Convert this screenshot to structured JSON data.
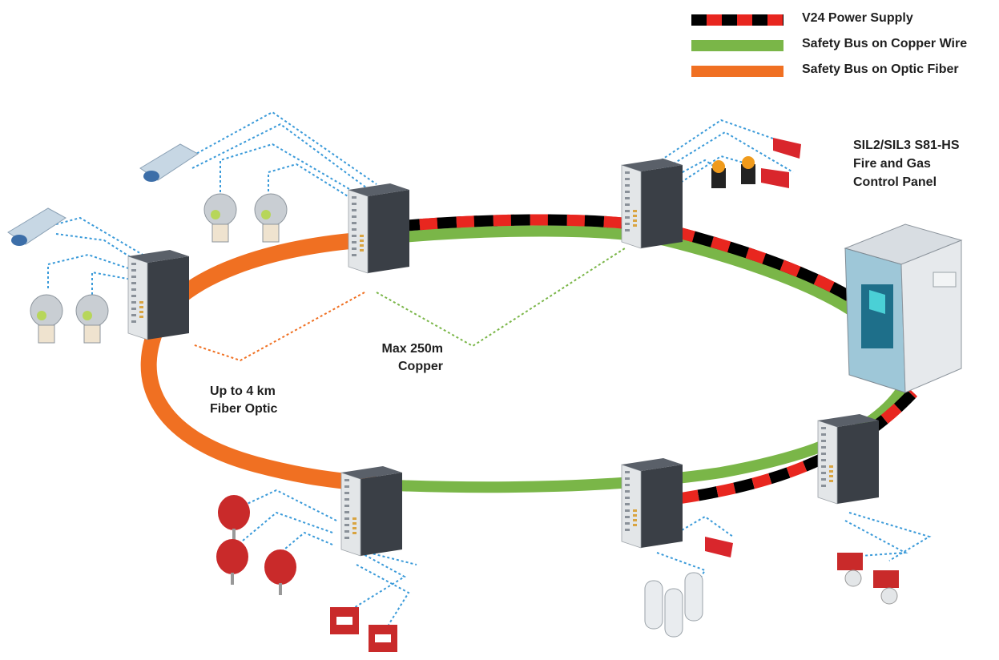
{
  "legend": {
    "items": [
      {
        "label": "V24 Power Supply",
        "color": "#e8261f",
        "alt_color": "#000000"
      },
      {
        "label": "Safety Bus on Copper Wire",
        "color": "#7ab648"
      },
      {
        "label": "Safety Bus on Optic Fiber",
        "color": "#f07022"
      }
    ]
  },
  "labels": {
    "fiber_line1": "Up to 4 km",
    "fiber_line2": "Fiber Optic",
    "copper_line1": "Max 250m",
    "copper_line2": "Copper"
  },
  "panel": {
    "title_line1": "SIL2/SIL3 S81-HS",
    "title_line2": "Fire and Gas",
    "title_line3": "Control Panel"
  },
  "colors": {
    "dotted_link": "#3a9ad9",
    "module_face": "#3a3f46",
    "device_red": "#d9262c",
    "device_grey": "#c9ced3"
  }
}
